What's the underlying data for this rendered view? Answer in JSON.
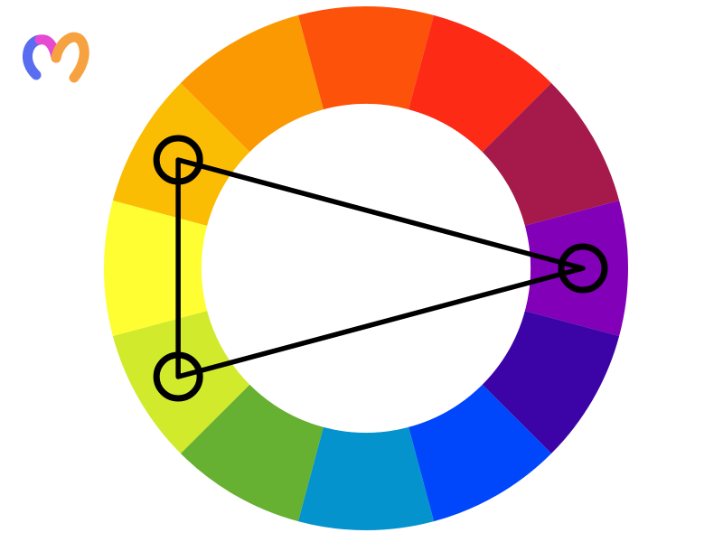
{
  "logo": {
    "name": "M",
    "colors": [
      "#5a6cf0",
      "#e64ad2",
      "#f7a240"
    ]
  },
  "color_wheel": {
    "segments": [
      {
        "name": "red-orange",
        "color": "#fd520a"
      },
      {
        "name": "red",
        "color": "#fd2a15"
      },
      {
        "name": "red-violet",
        "color": "#a51a4a"
      },
      {
        "name": "violet",
        "color": "#8200b8"
      },
      {
        "name": "blue-violet",
        "color": "#3c04a6"
      },
      {
        "name": "blue",
        "color": "#0047fb"
      },
      {
        "name": "blue-green",
        "color": "#0493cd"
      },
      {
        "name": "green",
        "color": "#66b032"
      },
      {
        "name": "yellow-green",
        "color": "#d1ea2c"
      },
      {
        "name": "yellow",
        "color": "#fefe33"
      },
      {
        "name": "yellow-orange",
        "color": "#fbbc04"
      },
      {
        "name": "orange",
        "color": "#fb9902"
      }
    ],
    "selected": [
      "yellow-orange",
      "yellow-green",
      "violet"
    ],
    "outline_color": "#000000",
    "background_color": "#ffffff"
  }
}
